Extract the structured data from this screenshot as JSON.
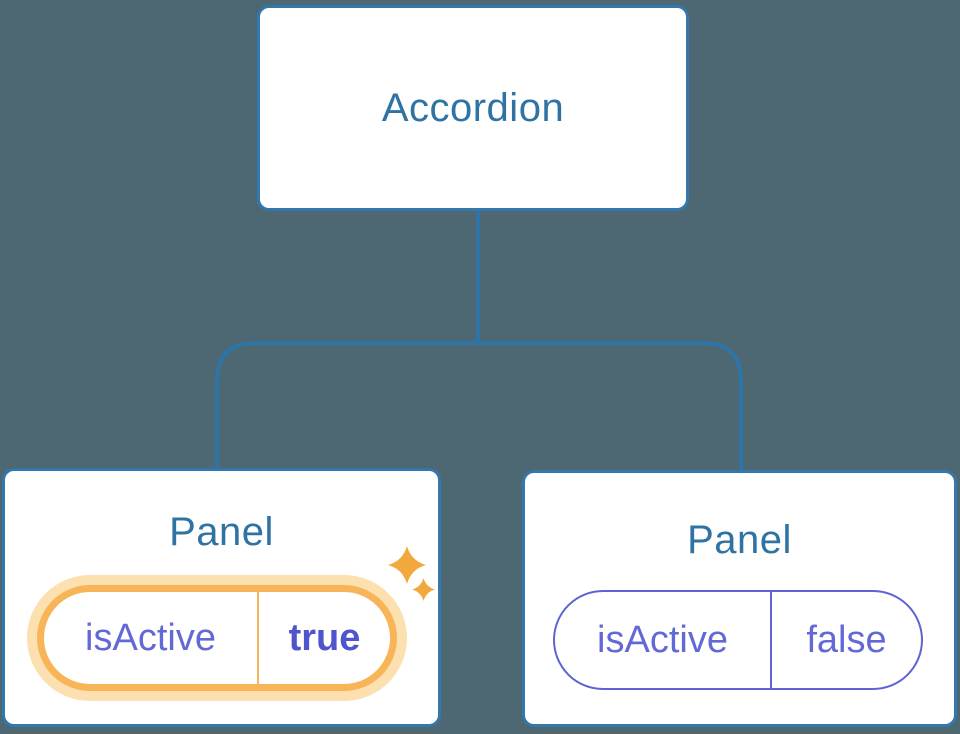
{
  "diagram": {
    "root": {
      "label": "Accordion"
    },
    "children": [
      {
        "title": "Panel",
        "state": {
          "key": "isActive",
          "value": "true"
        },
        "highlighted": true,
        "has_sparkles": true
      },
      {
        "title": "Panel",
        "state": {
          "key": "isActive",
          "value": "false"
        },
        "highlighted": false,
        "has_sparkles": false
      }
    ]
  },
  "icons": {
    "sparkle_large": "sparkle-icon",
    "sparkle_small": "sparkle-icon"
  },
  "colors": {
    "background": "#4D6873",
    "node_fill": "#FFFFFF",
    "node_border": "#3377AC",
    "node_text": "#2F73A3",
    "connector": "#2F74A8",
    "state_text": "#6269D7",
    "state_value_active_text": "#4F55CB",
    "state_border_inactive": "#5E64D3",
    "highlight_orange": "#F7B558",
    "highlight_glow": "#FCE0AF",
    "sparkle": "#F2A83D"
  }
}
